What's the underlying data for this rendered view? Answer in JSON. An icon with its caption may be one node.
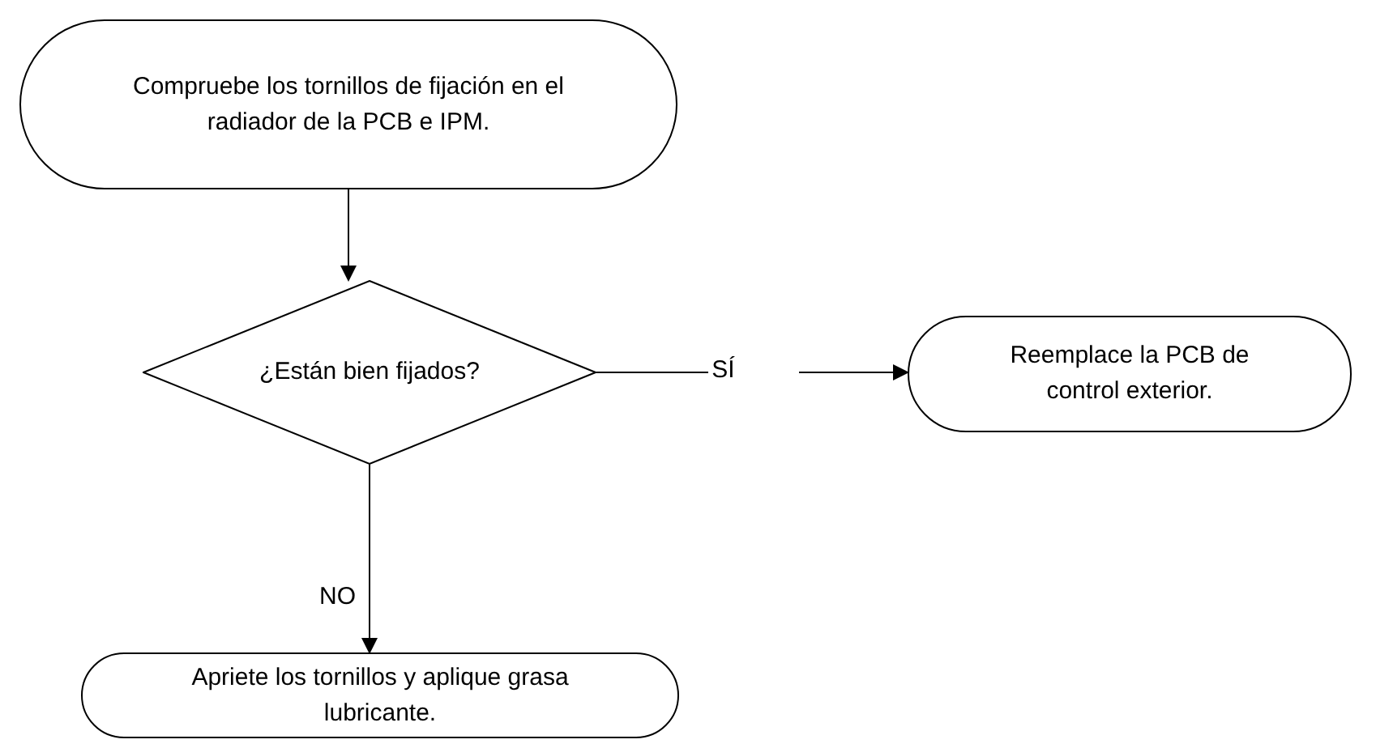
{
  "diagram": {
    "nodes": [
      {
        "text": [
          "Compruebe los tornillos de fijación en el radiador de la PCB e IPM."
        ]
      },
      {
        "text": [
          "¿Están bien fijados?"
        ]
      },
      {
        "text": [
          "Reemplace la PCB de control exterior."
        ]
      },
      {
        "text": [
          "Apriete los tornillos y aplique grasa lubricante."
        ]
      }
    ],
    "edges": [
      {
        "from": 0,
        "to": 1,
        "arrow": "to"
      },
      {
        "from": 1,
        "to": 2,
        "arrow": "to",
        "label": "SÍ"
      },
      {
        "from": 1,
        "to": 3,
        "arrow": "to",
        "label": "NO"
      }
    ]
  }
}
